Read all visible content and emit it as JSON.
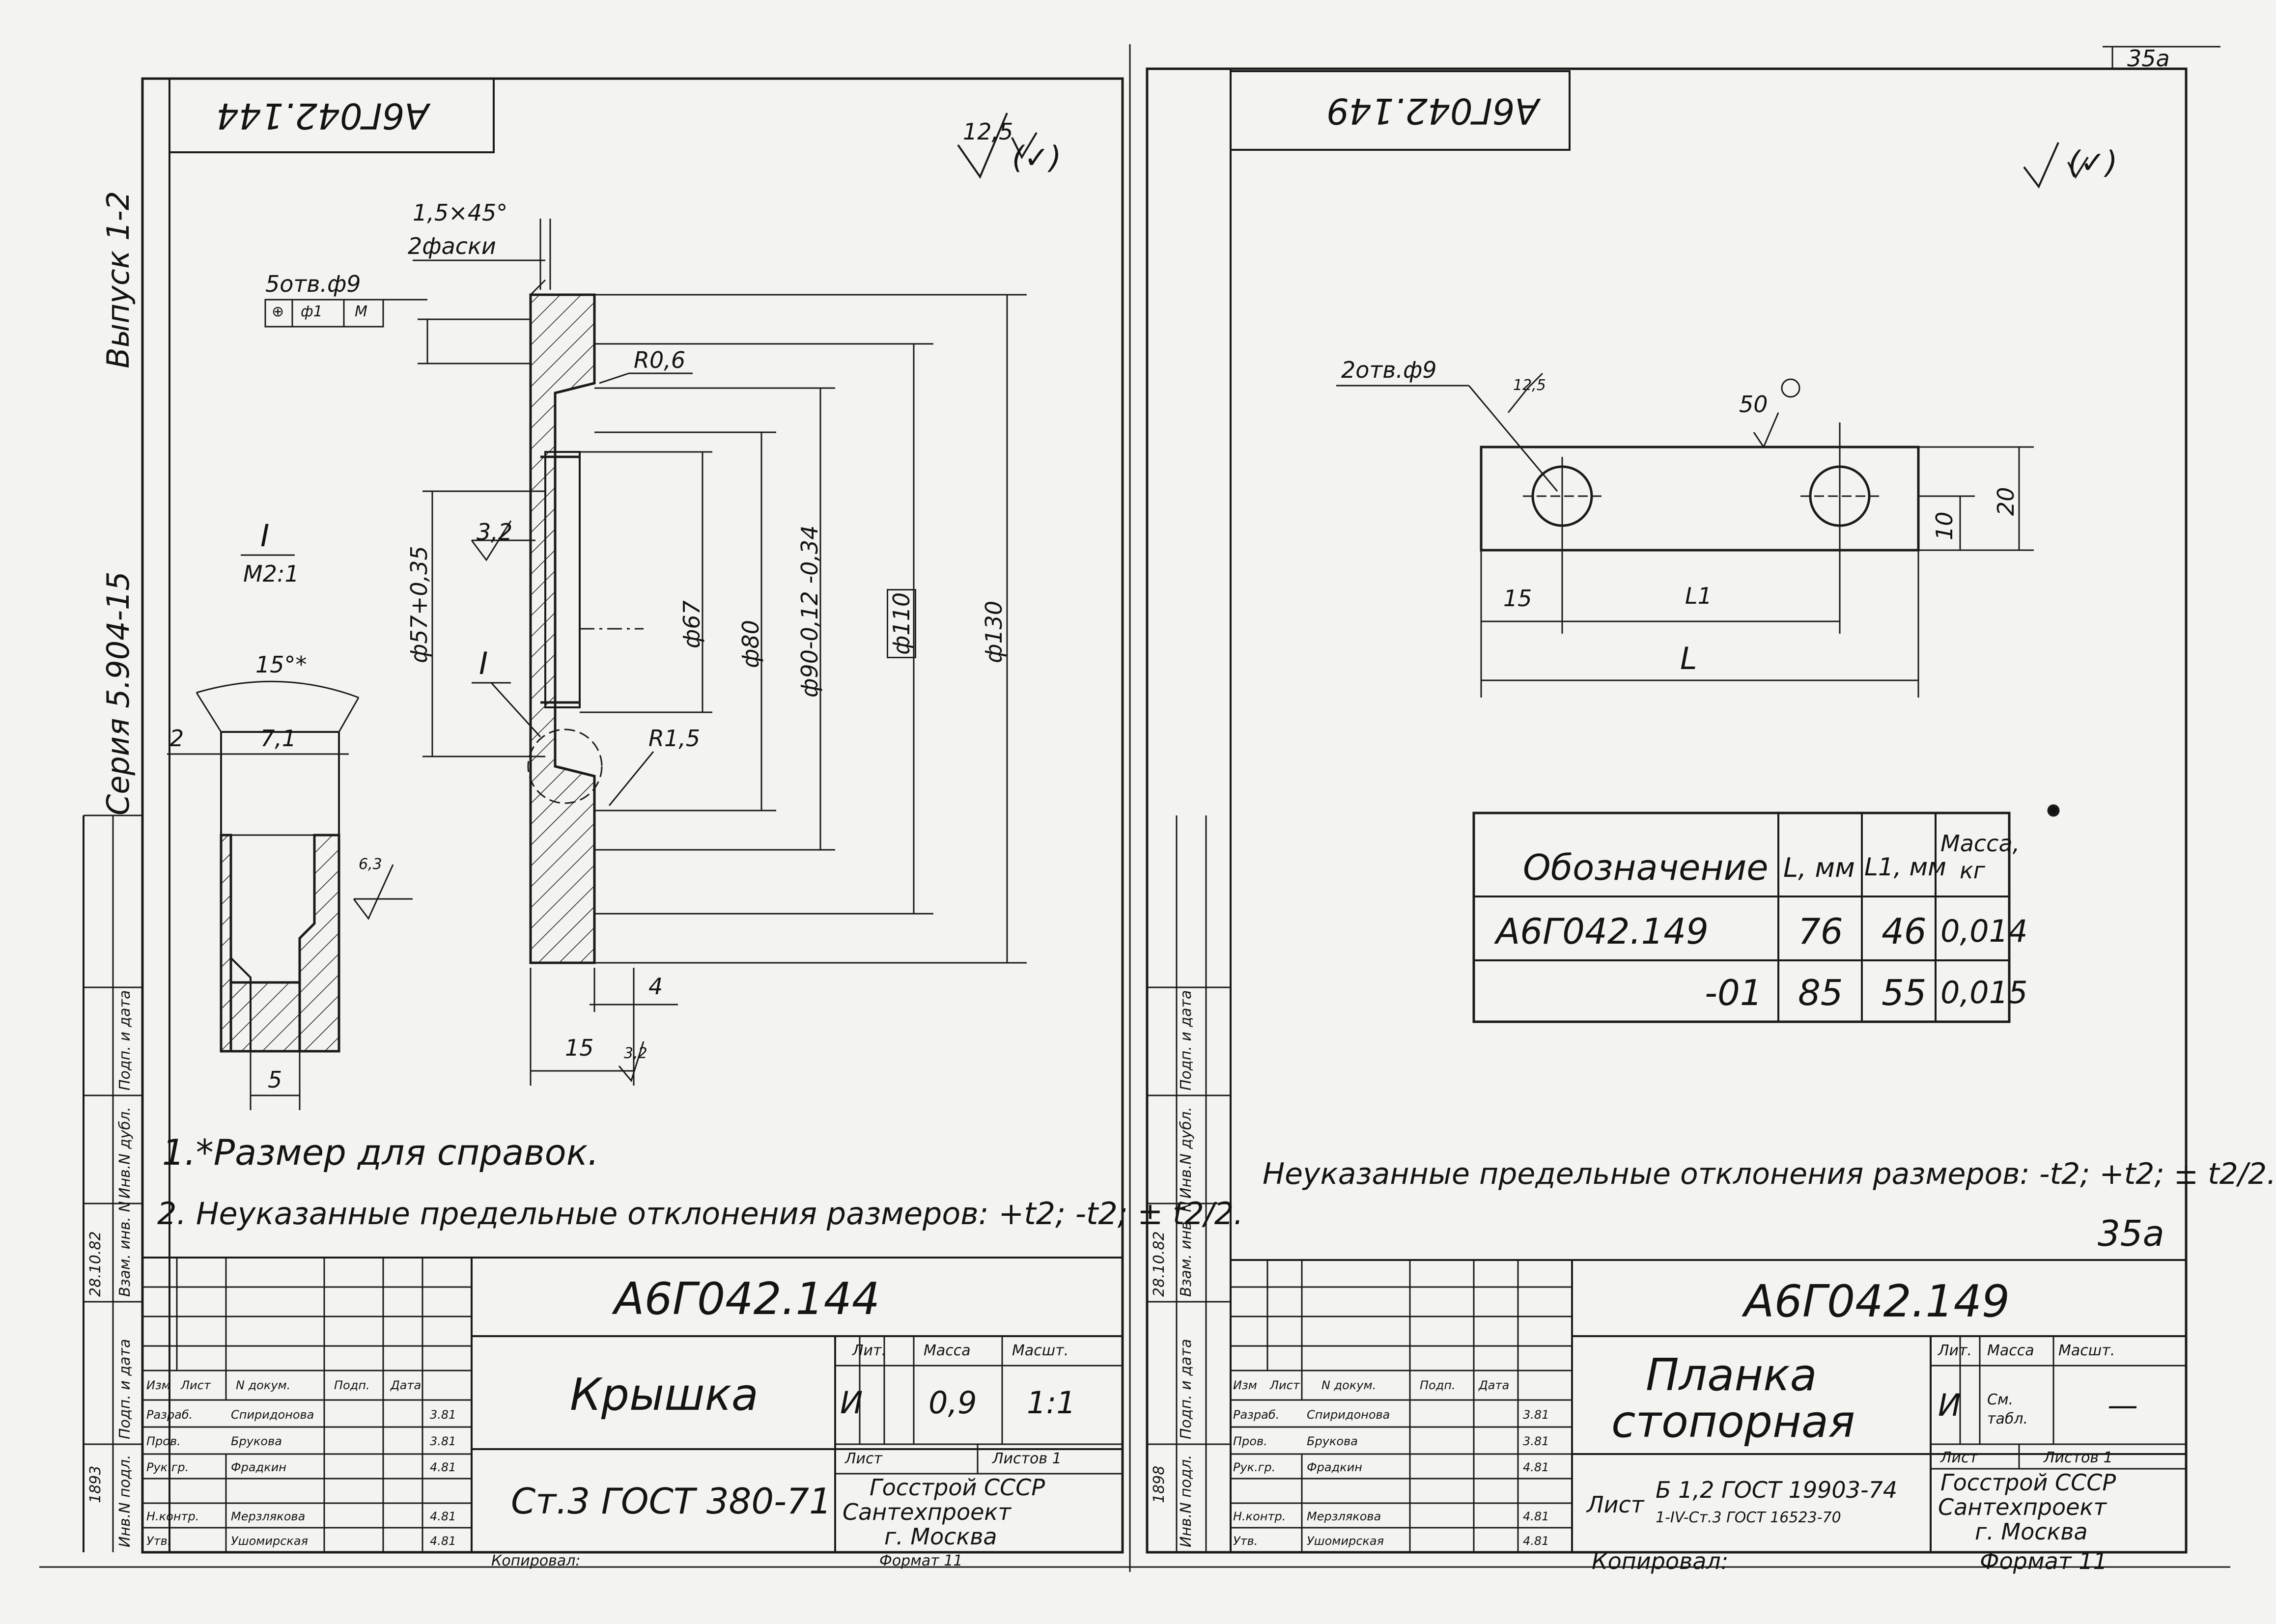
{
  "page_number": "35a",
  "bottom_page_number": "35a",
  "side_info": {
    "series": "Серия 5.904-15",
    "issue": "Выпуск 1-2"
  },
  "stamp_rows": [
    "Инв.N подл.",
    "Подп. и дата",
    "Взам. инв. N",
    "Инв.N дубл.",
    "Подп. и дата"
  ],
  "stamp_values": {
    "inv_number": "1893",
    "date": "28.10.82",
    "inv_number_right": "1898"
  },
  "left_sheet": {
    "top_code": "А6Г042.144",
    "roughness": "12,5",
    "roughness_paren": "(✓)",
    "labels": {
      "chamfer": "1,5×45°",
      "chamfer_count": "2фаски",
      "holes": "5отв.ф9",
      "position_tol": "ф1",
      "position_mod": "М",
      "radius_top": "R0,6",
      "roughness_inner": "3,2",
      "detail_mark": "I",
      "radius_bottom": "R1,5",
      "dia_57": "ф57+0,35",
      "dia_67": "ф67",
      "dia_80": "ф80",
      "dia_90": "ф90-0,12 -0,34",
      "dia_110": "ф110",
      "dia_130": "ф130",
      "thick_4": "4",
      "thick_15": "15",
      "roughness_side": "3,2",
      "detail_title": "I",
      "detail_scale": "M2:1",
      "angle": "15°*",
      "dim_2": "2",
      "dim_7": "7,1",
      "roughness_detail": "6,3",
      "dim_5": "5"
    },
    "notes": [
      "1.*Размер для справок.",
      "2. Неуказанные предельные отклонения размеров: +t2; -t2; ± t2/2."
    ],
    "title_block": {
      "code": "А6Г042.144",
      "name": "Крышка",
      "material": "Ст.3 ГОСТ 380-71",
      "lit_header": "Лит.",
      "mass_header": "Масса",
      "scale_header": "Масшт.",
      "lit": "И",
      "mass": "0,9",
      "scale": "1:1",
      "sheet": "Лист",
      "sheets": "Листов 1",
      "org1": "Госстрой СССР",
      "org2": "Сантехпроект",
      "org3": "г. Москва",
      "copied": "Копировал:",
      "format": "Формат 11",
      "head_cols": [
        "Изм",
        "Лист",
        "N докум.",
        "Подп.",
        "Дата"
      ],
      "rows": [
        {
          "role": "Разраб.",
          "name": "Спиридонова",
          "date": "3.81"
        },
        {
          "role": "Пров.",
          "name": "Брукова",
          "date": "3.81"
        },
        {
          "role": "Рук.гр.",
          "name": "Фрадкин",
          "date": "4.81"
        },
        {
          "role": "Н.контр.",
          "name": "Мерзлякова",
          "date": "4.81"
        },
        {
          "role": "Утв.",
          "name": "Ушомирская",
          "date": "4.81"
        }
      ]
    }
  },
  "right_sheet": {
    "top_code": "А6Г042.149",
    "roughness_paren": "(✓)",
    "labels": {
      "holes": "2отв.ф9",
      "roughness_hole": "12,5",
      "roughness_edge": "50",
      "dim_20": "20",
      "dim_10": "10",
      "dim_15": "15",
      "dim_L1": "L1",
      "dim_L": "L"
    },
    "table": {
      "headers": [
        "Обозначение",
        "L, мм",
        "L1, мм",
        "Масса, кг"
      ],
      "rows": [
        [
          "А6Г042.149",
          "76",
          "46",
          "0,014"
        ],
        [
          "-01",
          "85",
          "55",
          "0,015"
        ]
      ]
    },
    "note": "Неуказанные предельные отклонения размеров: -t2; +t2; ± t2/2.",
    "title_block": {
      "code": "А6Г042.149",
      "name1": "Планка",
      "name2": "стопорная",
      "lit_header": "Лит.",
      "mass_header": "Масса",
      "scale_header": "Масшт.",
      "lit": "И",
      "mass": "См. табл.",
      "scale": "—",
      "sheet": "Лист",
      "sheets": "Листов 1",
      "org1": "Госстрой СССР",
      "org2": "Сантехпроект",
      "org3": "г. Москва",
      "material_label": "Лист",
      "material1": "Б 1,2 ГОСТ 19903-74",
      "material2": "1-IV-Ст.3 ГОСТ 16523-70",
      "copied": "Копировал:",
      "format": "Формат 11",
      "head_cols": [
        "Изм",
        "Лист",
        "N докум.",
        "Подп.",
        "Дата"
      ],
      "rows": [
        {
          "role": "Разраб.",
          "name": "Спиридонова",
          "date": "3.81"
        },
        {
          "role": "Пров.",
          "name": "Брукова",
          "date": "3.81"
        },
        {
          "role": "Рук.гр.",
          "name": "Фрадкин",
          "date": "4.81"
        },
        {
          "role": "Н.контр.",
          "name": "Мерзлякова",
          "date": "4.81"
        },
        {
          "role": "Утв.",
          "name": "Ушомирская",
          "date": "4.81"
        }
      ]
    }
  }
}
